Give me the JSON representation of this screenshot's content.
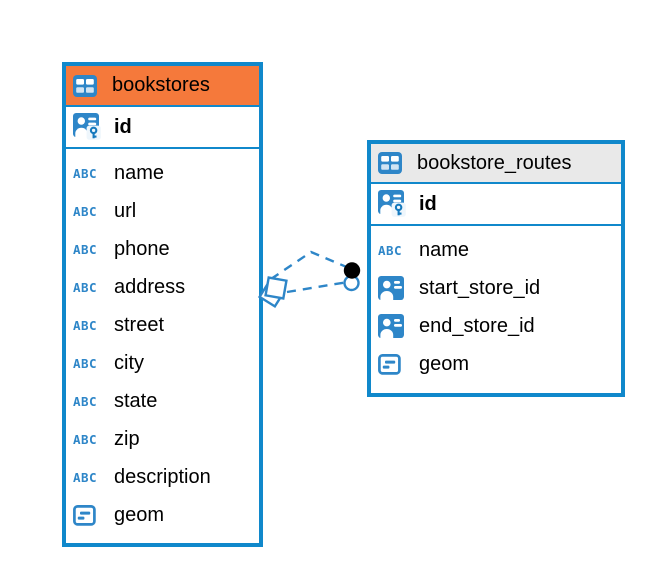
{
  "colors": {
    "accent_blue": "#1088cb",
    "icon_blue": "#2e86c8",
    "selected_header": "#f5793b",
    "header_gray": "#e9e9e9",
    "text_color": "#000000",
    "canvas_bg": "#ffffff",
    "endpoint_dot": "#000000"
  },
  "icons": {
    "text_type_label": "ABC"
  },
  "diagram": {
    "tables": [
      {
        "name": "bookstores",
        "header_style": "selected-orange",
        "primary_key": {
          "name": "id",
          "type": "primary-key"
        },
        "columns": [
          {
            "name": "name",
            "type": "text"
          },
          {
            "name": "url",
            "type": "text"
          },
          {
            "name": "phone",
            "type": "text"
          },
          {
            "name": "address",
            "type": "text"
          },
          {
            "name": "street",
            "type": "text"
          },
          {
            "name": "city",
            "type": "text"
          },
          {
            "name": "state",
            "type": "text"
          },
          {
            "name": "zip",
            "type": "text"
          },
          {
            "name": "description",
            "type": "text"
          },
          {
            "name": "geom",
            "type": "geometry"
          }
        ]
      },
      {
        "name": "bookstore_routes",
        "header_style": "gray",
        "primary_key": {
          "name": "id",
          "type": "primary-key"
        },
        "columns": [
          {
            "name": "name",
            "type": "text"
          },
          {
            "name": "start_store_id",
            "type": "reference"
          },
          {
            "name": "end_store_id",
            "type": "reference"
          },
          {
            "name": "geom",
            "type": "geometry"
          }
        ]
      }
    ],
    "relationships": [
      {
        "from_table": "bookstores",
        "to_table": "bookstore_routes",
        "style": "dashed"
      },
      {
        "from_table": "bookstores",
        "to_table": "bookstore_routes",
        "style": "dashed"
      }
    ]
  }
}
